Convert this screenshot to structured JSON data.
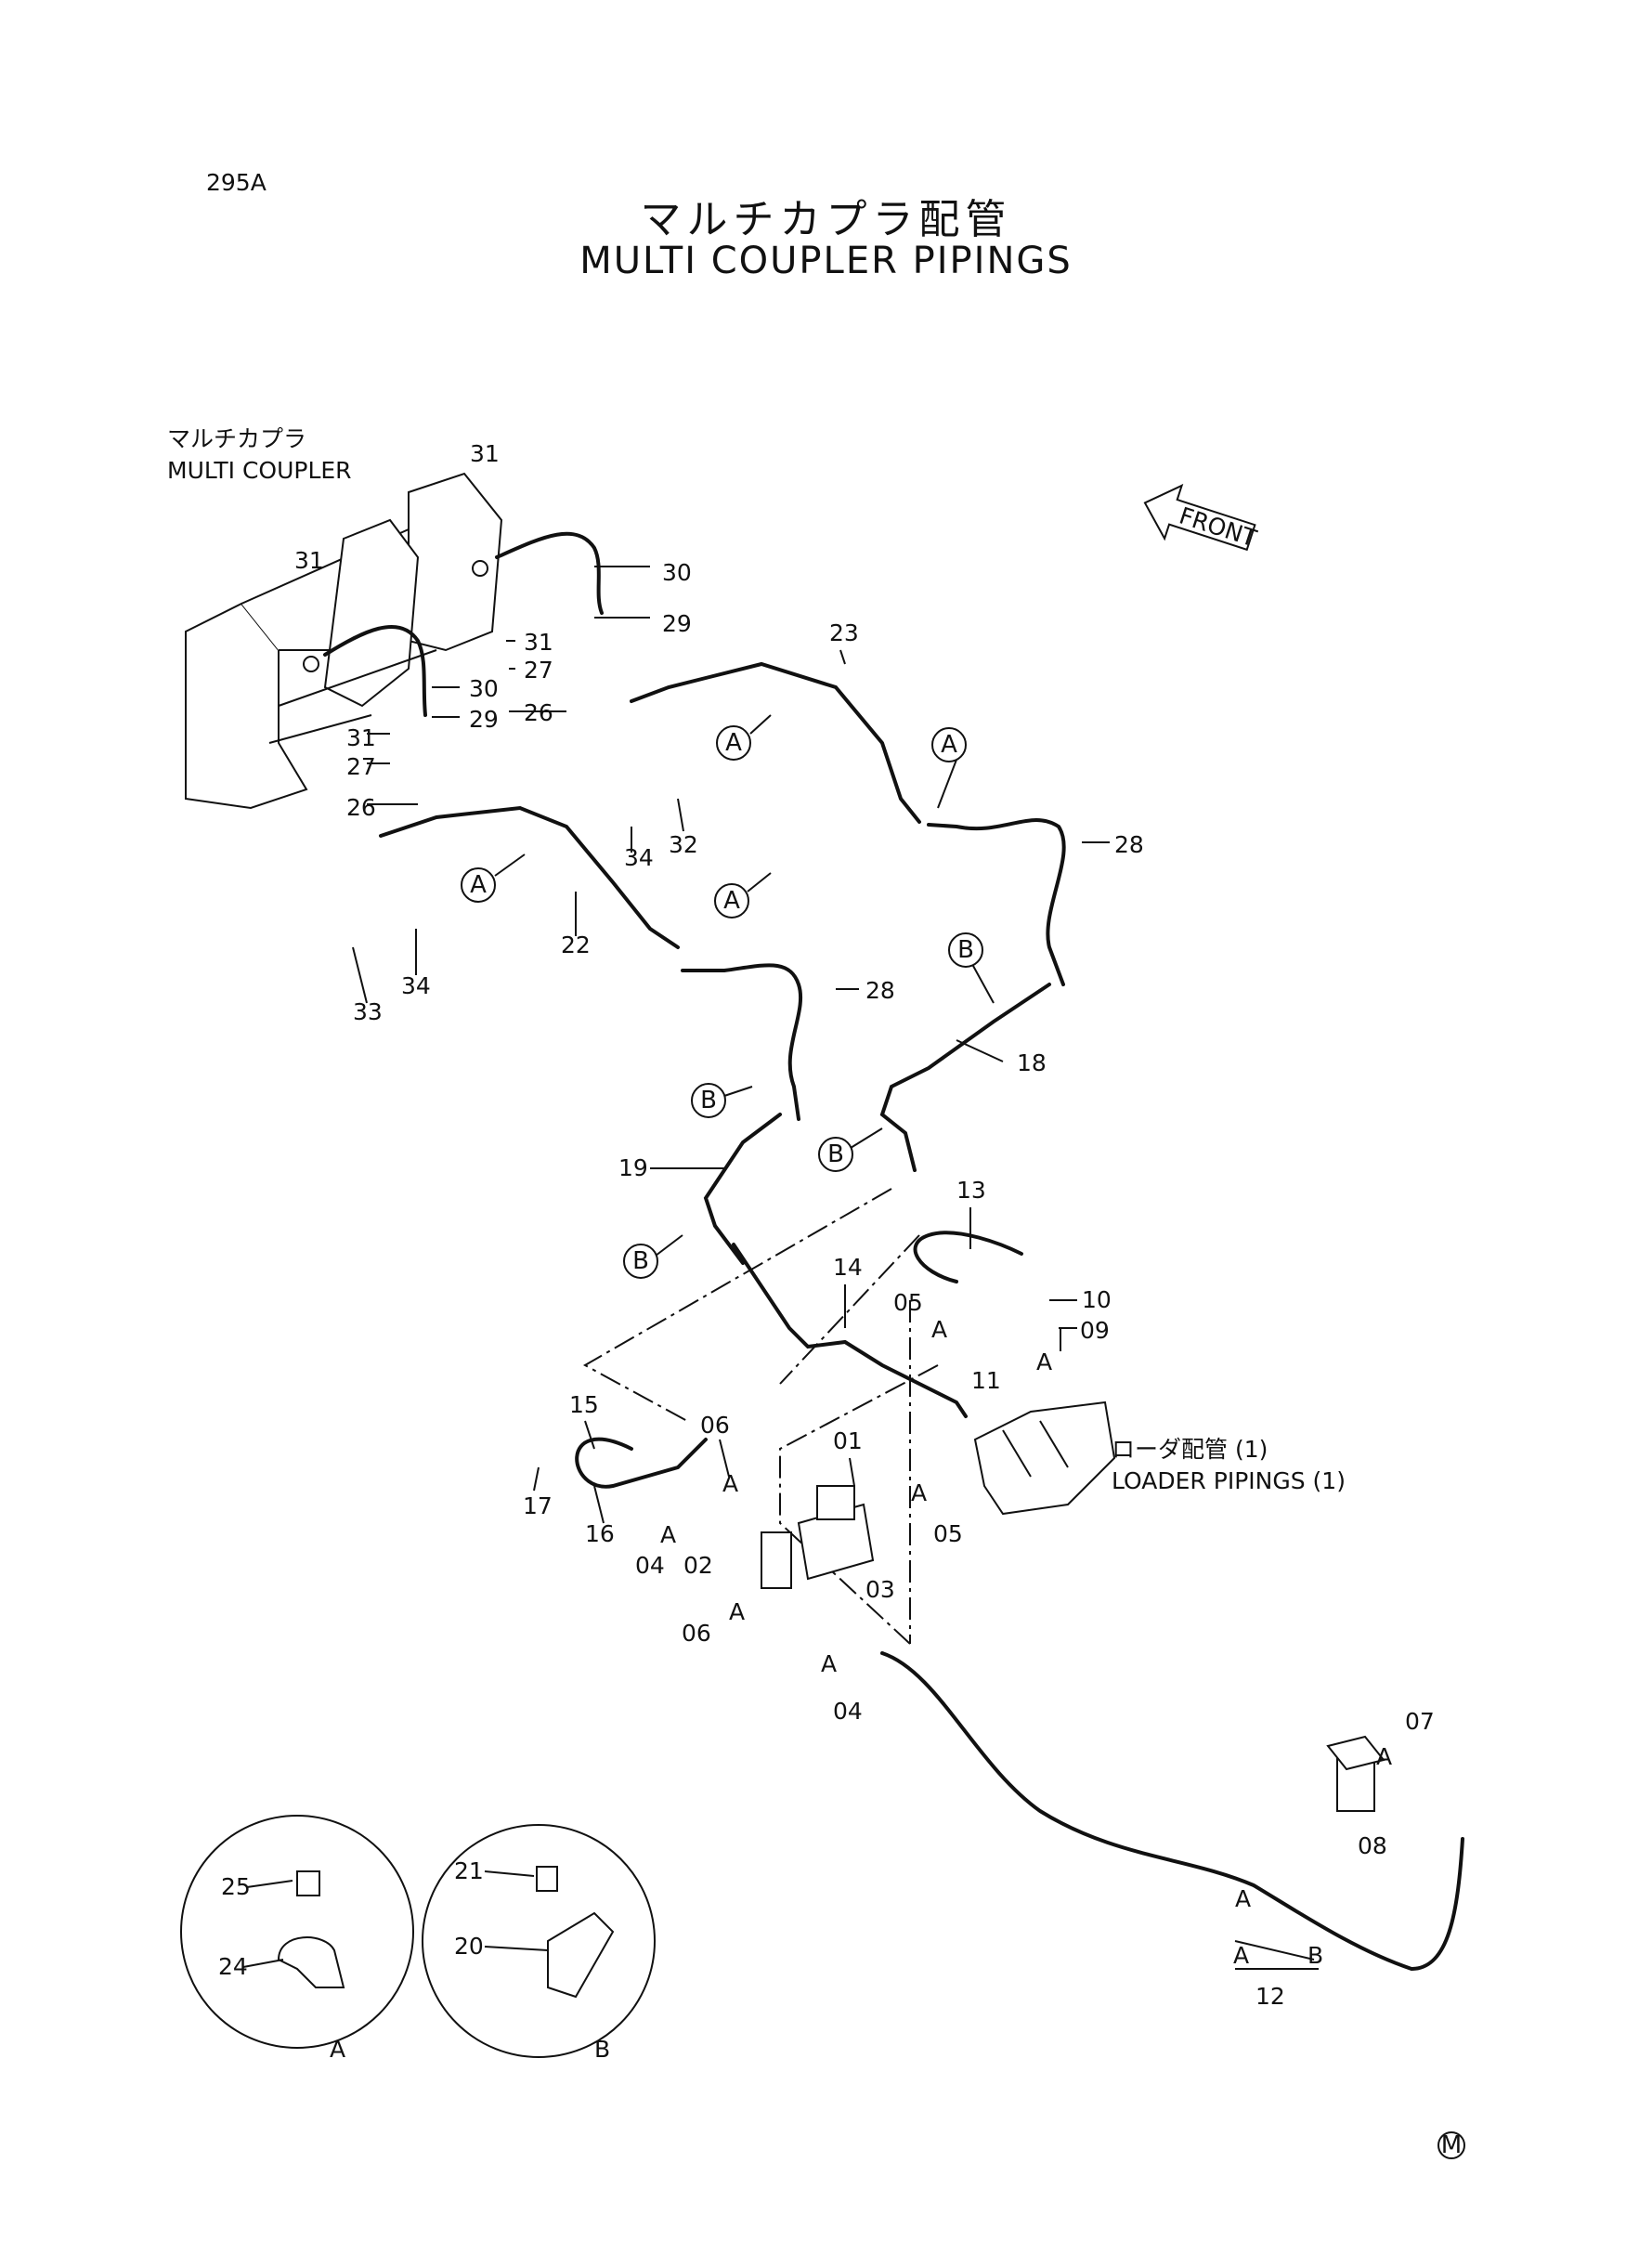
{
  "page_number": "295A",
  "title_jp": "マルチカプラ配管",
  "title_en": "MULTI COUPLER PIPINGS",
  "callouts": {
    "multi_coupler_jp": "マルチカプラ",
    "multi_coupler_en": "MULTI COUPLER",
    "loader_pipings_jp": "ローダ配管 (1)",
    "loader_pipings_en": "LOADER PIPINGS (1)",
    "front": "FRONT",
    "detail_a": "A",
    "detail_b": "B",
    "marker": "M"
  },
  "parts": {
    "p31": "31",
    "p30": "30",
    "p29": "29",
    "p27": "27",
    "p26": "26",
    "p23": "23",
    "p22": "22",
    "p28": "28",
    "p32": "32",
    "p33": "33",
    "p34": "34",
    "p18": "18",
    "p19": "19",
    "p13": "13",
    "p14": "14",
    "p10": "10",
    "p11": "11",
    "p09": "09",
    "p05": "05",
    "p15": "15",
    "p16": "16",
    "p17": "17",
    "p06": "06",
    "p01": "01",
    "p02": "02",
    "p03": "03",
    "p04": "04",
    "p07": "07",
    "p08": "08",
    "p12": "12",
    "p25": "25",
    "p24": "24",
    "p21": "21",
    "p20": "20"
  },
  "refs": {
    "a": "A",
    "b": "B"
  }
}
